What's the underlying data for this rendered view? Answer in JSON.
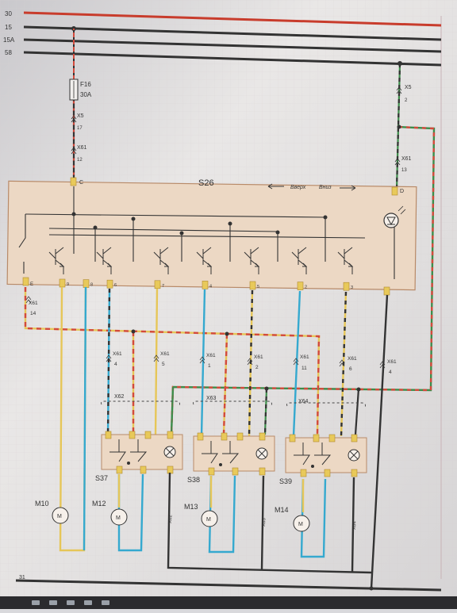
{
  "rails": [
    {
      "label": "30",
      "color": "#c83c2c"
    },
    {
      "label": "15",
      "color": "#333333"
    },
    {
      "label": "15A",
      "color": "#333333"
    },
    {
      "label": "58",
      "color": "#333333"
    }
  ],
  "fuse": {
    "name": "F16",
    "rating": "30A"
  },
  "connectors": {
    "x5_top": {
      "name": "X5",
      "pin": "17"
    },
    "x61_top": {
      "name": "X61",
      "pin": "12"
    },
    "x5_right": {
      "name": "X5",
      "pin": "2"
    },
    "x61_right": {
      "name": "X61",
      "pin": "13"
    }
  },
  "module": {
    "name": "S26",
    "up_label": "Вверх",
    "down_label": "Вниз",
    "terminal_c": "C",
    "terminal_d": "D",
    "terminal_e": "E",
    "pins": [
      "9",
      "8",
      "6",
      "7",
      "4",
      "5",
      "2",
      "3"
    ]
  },
  "wire_labels": {
    "x61_e": {
      "name": "X61",
      "pin": "14"
    },
    "x61_a": {
      "name": "X61",
      "pin": "4"
    },
    "x61_b": {
      "name": "X61",
      "pin": "5"
    },
    "x61_c": {
      "name": "X61",
      "pin": "1"
    },
    "x61_d": {
      "name": "X61",
      "pin": "2"
    },
    "x61_e2": {
      "name": "X61",
      "pin": "11"
    },
    "x61_f": {
      "name": "X61",
      "pin": "6"
    },
    "x61_g": {
      "name": "X61",
      "pin": "4"
    }
  },
  "sub_connectors": [
    "X62",
    "X63",
    "X64"
  ],
  "switches": [
    "S37",
    "S38",
    "S39"
  ],
  "motors": [
    "M10",
    "M12",
    "M13",
    "M14"
  ],
  "ground_labels": [
    "X62",
    "X63",
    "X64"
  ],
  "ground_number": "31",
  "colors": {
    "red": "#d34a3c",
    "blue": "#35a9cf",
    "yellow": "#e6c658",
    "black": "#333333",
    "green": "#3d8c4a",
    "module_fill": "#ecd8c4",
    "module_stroke": "#b88a68",
    "paper": "#e8e6e4"
  }
}
